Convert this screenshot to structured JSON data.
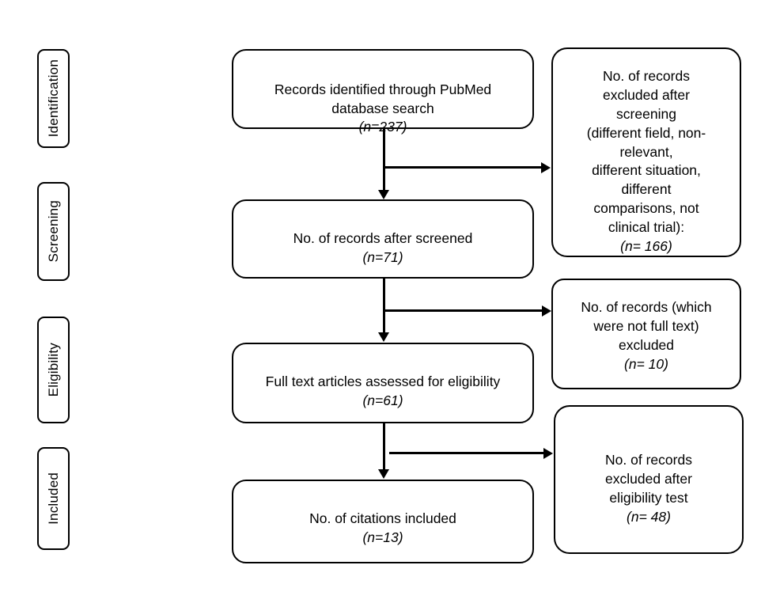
{
  "diagram": {
    "type": "prisma-flow-diagram",
    "title": "",
    "stages": [
      {
        "id": "identification",
        "label": "Identification"
      },
      {
        "id": "screening",
        "label": "Screening"
      },
      {
        "id": "eligibility",
        "label": "Eligibility"
      },
      {
        "id": "included",
        "label": "Included"
      }
    ],
    "main_flow": [
      {
        "id": "records-identified",
        "text": "Records identified through PubMed\ndatabase search",
        "count": "(n=237)"
      },
      {
        "id": "records-after-screened",
        "text": "No. of records after screened",
        "count": "(n=71)"
      },
      {
        "id": "full-text-assessed",
        "text": "Full text articles assessed for eligibility",
        "count": "(n=61)"
      },
      {
        "id": "citations-included",
        "text": "No. of citations included",
        "count": "(n=13)"
      }
    ],
    "excluded_flow": [
      {
        "id": "excluded-after-screening",
        "text": "No. of records\nexcluded after\nscreening\n(different field, non-\nrelevant,\ndifferent situation,\ndifferent\ncomparisons, not\nclinical trial):",
        "count": "(n= 166)"
      },
      {
        "id": "excluded-not-full-text",
        "text": "No. of records (which\nwere not full text)\nexcluded",
        "count": "(n= 10)"
      },
      {
        "id": "excluded-after-eligibility",
        "text": "No. of records\nexcluded after\neligibility test ",
        "count": "(n= 48)"
      }
    ],
    "colors": {
      "stroke": "#000000",
      "fill": "#ffffff",
      "text": "#000000"
    }
  }
}
